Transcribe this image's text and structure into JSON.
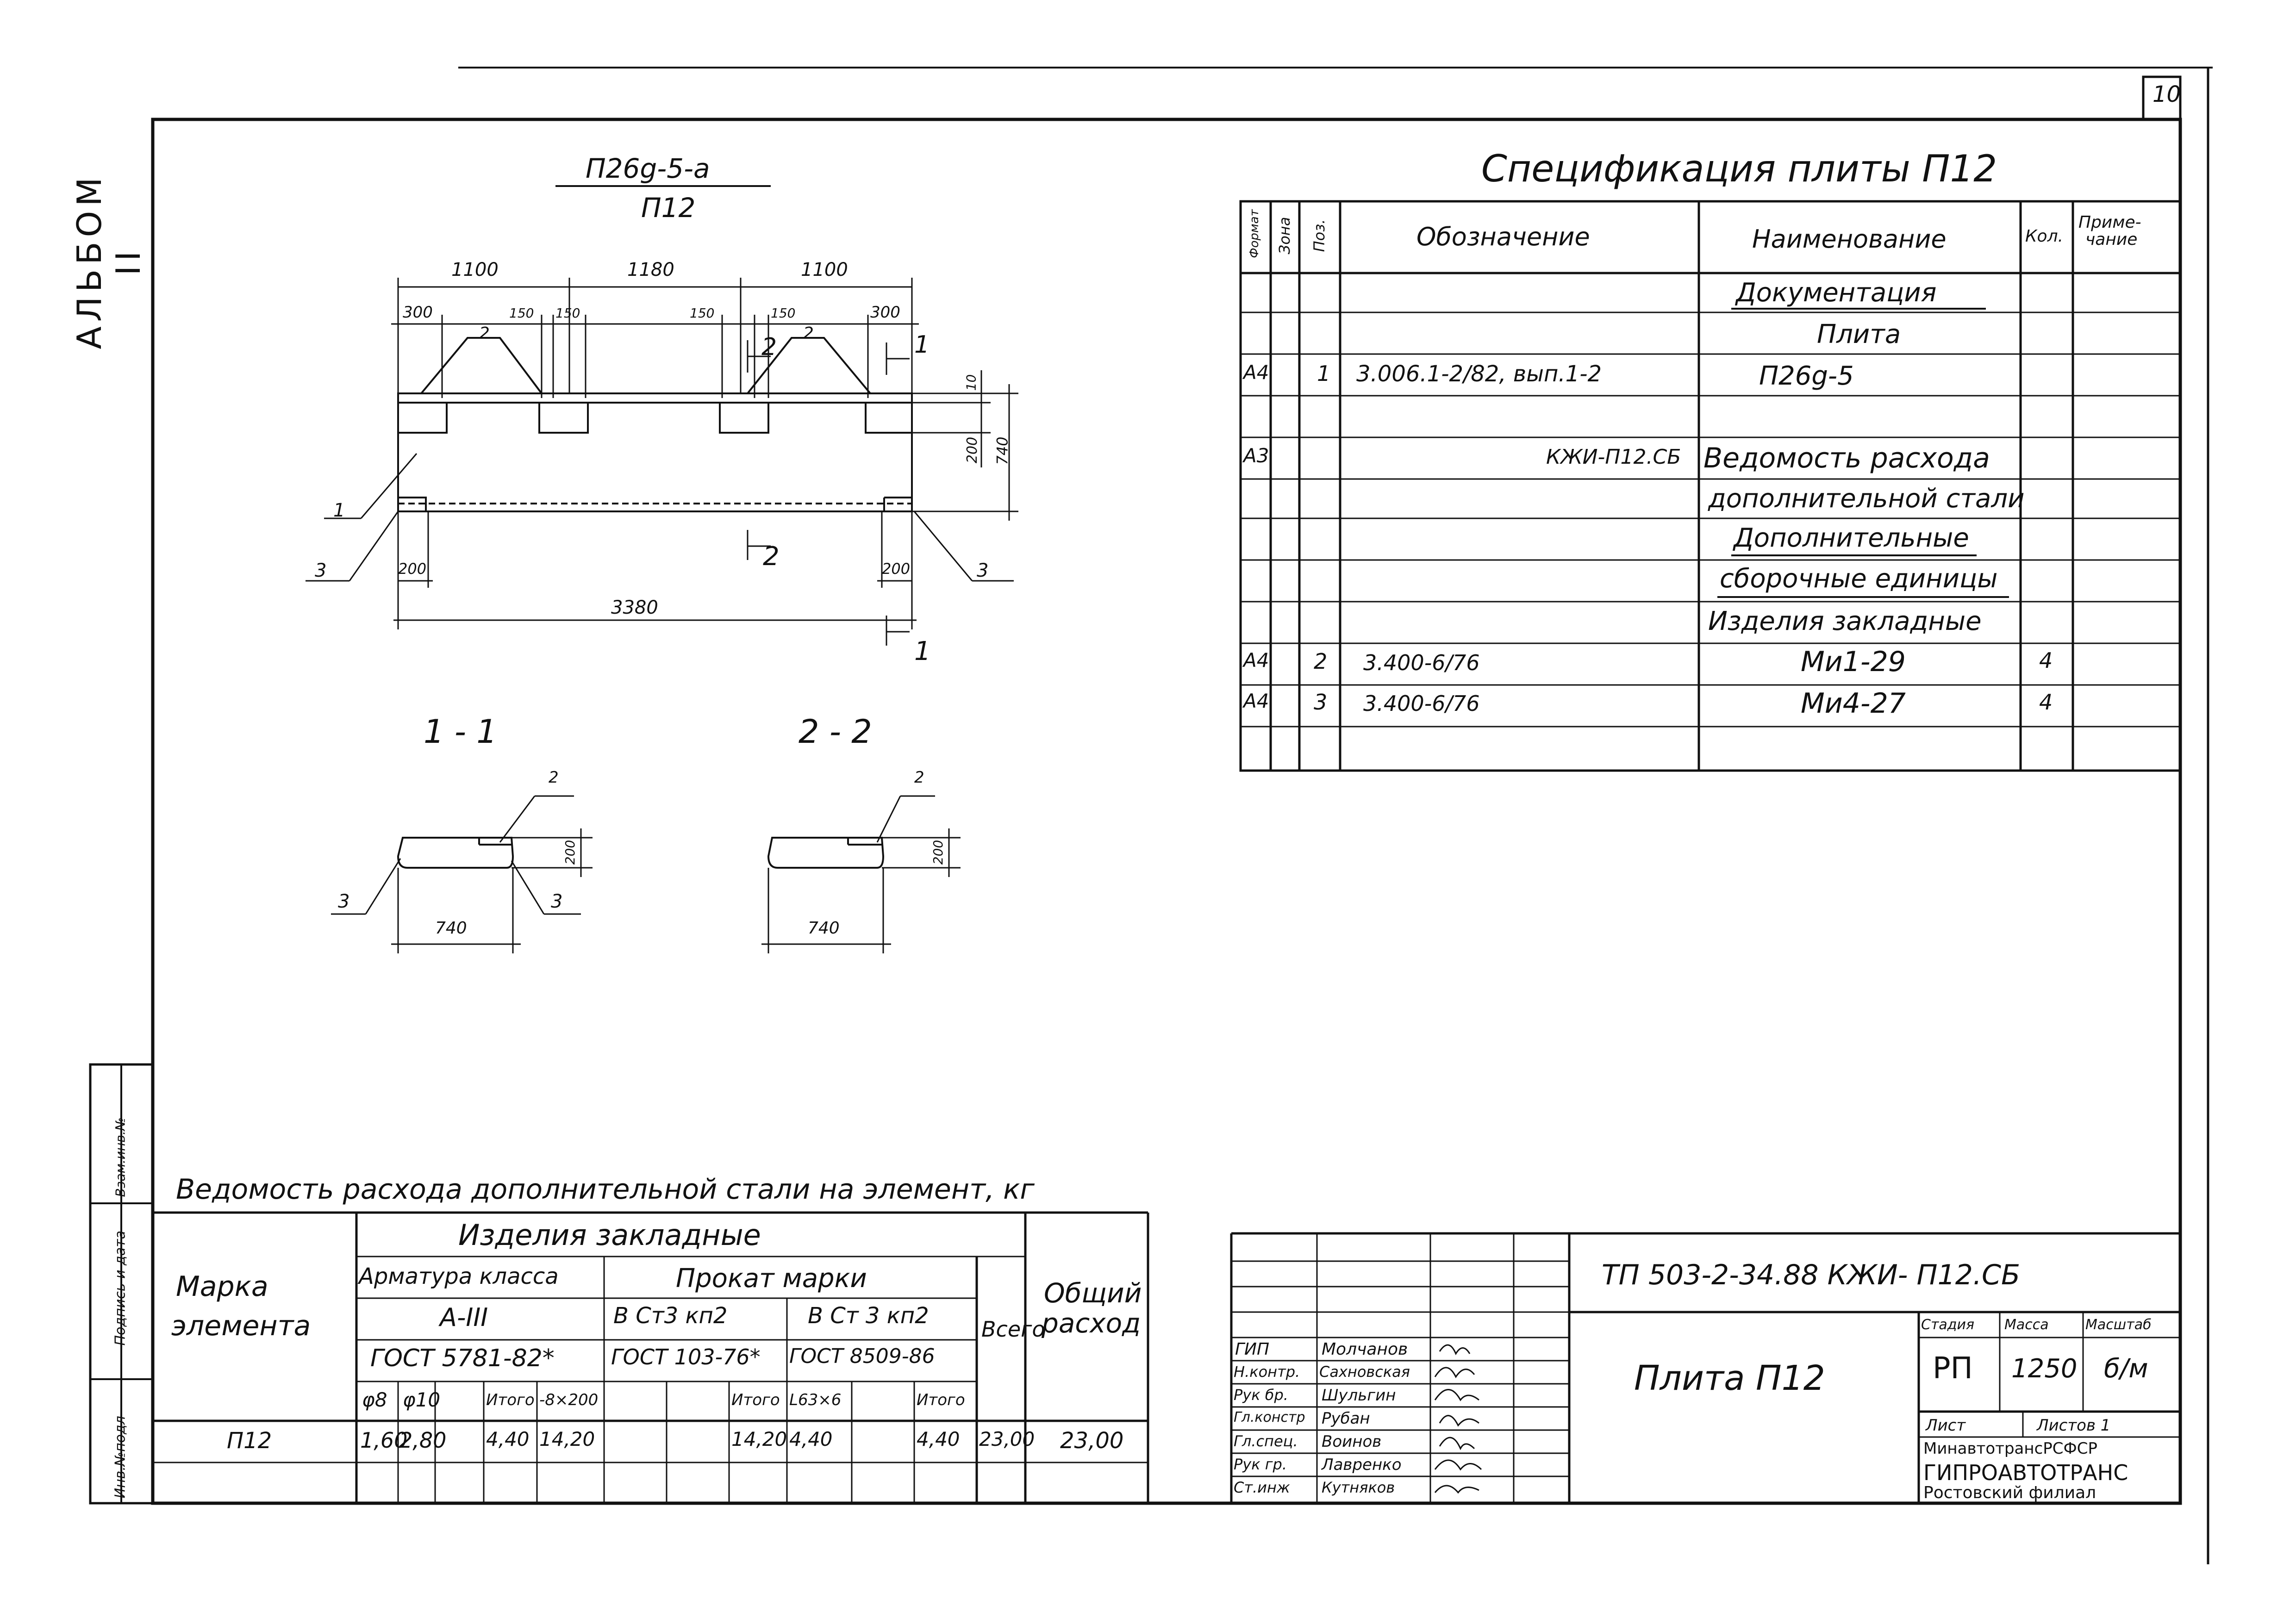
{
  "page_number": "10",
  "album_label": "АЛЬБОМ II",
  "drawing": {
    "title_top": "П26g-5-а",
    "title_bottom": "П12",
    "dims_top": [
      "1100",
      "1180",
      "1100"
    ],
    "dims_sub": [
      "300",
      "150",
      "150",
      "150",
      "150",
      "300"
    ],
    "dim_right_10": "10",
    "dim_right_200": "200",
    "dim_right_740": "740",
    "dim_bottom_left": "200",
    "dim_bottom_right": "200",
    "dim_length": "3380",
    "pos_labels": [
      "1",
      "2",
      "2",
      "3",
      "3"
    ],
    "section_marks": [
      "1",
      "2",
      "1",
      "2"
    ],
    "section_1_title": "1 - 1",
    "section_2_title": "2 - 2",
    "sec1_pos_2": "2",
    "sec1_pos_3a": "3",
    "sec1_pos_3b": "3",
    "sec1_h": "200",
    "sec1_w": "740",
    "sec2_pos_2": "2",
    "sec2_h": "200",
    "sec2_w": "740"
  },
  "spec": {
    "title": "Спецификация плиты П12",
    "headers": {
      "format": "Формат",
      "zone": "Зона",
      "pos": "Поз.",
      "designation": "Обозначение",
      "name": "Наименование",
      "qty": "Кол.",
      "note_1": "Приме-",
      "note_2": "чание"
    },
    "rows": [
      {
        "format": "",
        "pos": "",
        "designation": "",
        "name": "Документация",
        "qty": ""
      },
      {
        "format": "",
        "pos": "",
        "designation": "",
        "name": "Плита",
        "qty": ""
      },
      {
        "format": "А4",
        "pos": "1",
        "designation": "3.006.1-2/82, вып.1-2",
        "name": "П26g-5",
        "qty": ""
      },
      {
        "format": "",
        "pos": "",
        "designation": "",
        "name": "",
        "qty": ""
      },
      {
        "format": "А3",
        "pos": "",
        "designation": "КЖИ-П12.СБ",
        "name": "Ведомость расхода",
        "qty": ""
      },
      {
        "format": "",
        "pos": "",
        "designation": "",
        "name": "дополнительной стали",
        "qty": ""
      },
      {
        "format": "",
        "pos": "",
        "designation": "",
        "name": "Дополнительные",
        "qty": ""
      },
      {
        "format": "",
        "pos": "",
        "designation": "",
        "name": "сборочные единицы",
        "qty": ""
      },
      {
        "format": "",
        "pos": "",
        "designation": "",
        "name": "Изделия закладные",
        "qty": ""
      },
      {
        "format": "А4",
        "pos": "2",
        "designation": "3.400-6/76",
        "name": "Ми1-29",
        "qty": "4"
      },
      {
        "format": "А4",
        "pos": "3",
        "designation": "3.400-6/76",
        "name": "Ми4-27",
        "qty": "4"
      },
      {
        "format": "",
        "pos": "",
        "designation": "",
        "name": "",
        "qty": ""
      }
    ]
  },
  "steel": {
    "title": "Ведомость расхода дополнительной стали на элемент, кг",
    "mark_header_1": "Марка",
    "mark_header_2": "элемента",
    "group_header": "Изделия закладные",
    "rebar_header": "Арматура класса",
    "rebar_class": "А-III",
    "rebar_gost": "ГОСТ 5781-82*",
    "rolled_header": "Прокат марки",
    "rolled_grade_1": "В Ст3 кп2",
    "rolled_grade_2": "В Ст 3 кп2",
    "rolled_gost_1": "ГОСТ 103-76*",
    "rolled_gost_2": "ГОСТ 8509-86",
    "total_header": "Всего",
    "overall_header_1": "Общий",
    "overall_header_2": "расход",
    "sub_cols": [
      "φ8",
      "φ10",
      "",
      "Итого",
      "-8×200",
      "",
      "Итого",
      "L63×6",
      "",
      "Итого"
    ],
    "row": {
      "mark": "П12",
      "values": [
        "1,60",
        "2,80",
        "",
        "4,40",
        "14,20",
        "",
        "14,20",
        "4,40",
        "",
        "4,40"
      ],
      "total": "23,00",
      "overall": "23,00"
    }
  },
  "side_stamp": [
    "Инв.№подл",
    "Подпись и дата",
    "Взам.инв.№"
  ],
  "title_block": {
    "code": "ТП 503-2-34.88  КЖИ- П12.СБ",
    "name": "Плита П12",
    "stage_h": "Стадия",
    "mass_h": "Масса",
    "scale_h": "Масштаб",
    "stage": "РП",
    "mass": "1250",
    "scale": "б/м",
    "sheet": "Лист",
    "sheets": "Листов 1",
    "org_1": "МинавтотрансРСФСР",
    "org_2": "ГИПРОАВТОТРАНС",
    "org_3": "Ростовский филиал",
    "people": [
      {
        "role": "ГИП",
        "name": "Молчанов"
      },
      {
        "role": "Н.контр.",
        "name": "Сахновская"
      },
      {
        "role": "Рук бр.",
        "name": "Шульгин"
      },
      {
        "role": "Гл.констр",
        "name": "Рубан"
      },
      {
        "role": "Гл.спец.",
        "name": "Воинов"
      },
      {
        "role": "Рук гр.",
        "name": "Лавренко"
      },
      {
        "role": "Ст.инж",
        "name": "Кутняков"
      }
    ]
  }
}
